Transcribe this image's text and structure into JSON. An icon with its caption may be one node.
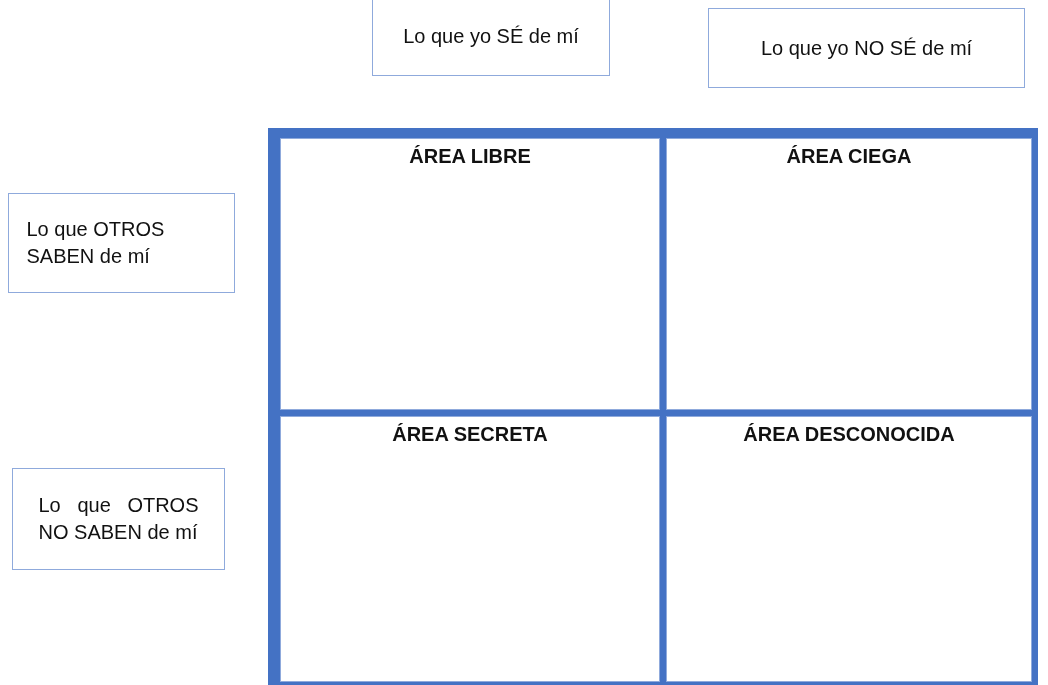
{
  "diagram": {
    "nodes": [
      {
        "text": [
          "Lo que yo SÉ de mí"
        ]
      },
      {
        "text": [
          "Lo que yo NO SÉ de mí"
        ]
      },
      {
        "text": [
          "Lo que OTROS SABEN de mí"
        ]
      },
      {
        "text": [
          "Lo que OTROS NO SABEN de mí"
        ]
      },
      {
        "text": [],
        "shape": "box"
      },
      {
        "text": [
          "ÁREA LIBRE"
        ],
        "in": 4
      },
      {
        "text": [
          "ÁREA CIEGA"
        ],
        "in": 4
      },
      {
        "text": [
          "ÁREA SECRETA"
        ],
        "in": 4
      },
      {
        "text": [
          "ÁREA DESCONOCIDA"
        ],
        "in": 4
      }
    ]
  }
}
